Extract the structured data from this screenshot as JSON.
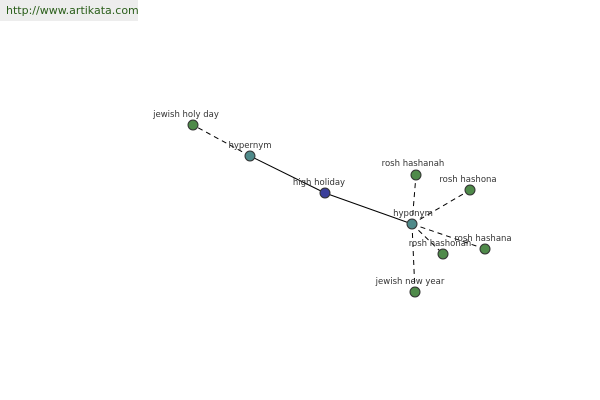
{
  "header": {
    "url": "http://www.artikata.com"
  },
  "graph": {
    "colors": {
      "center": "#3b3f9a",
      "relation": "#4f8a8a",
      "term": "#4f8a4a"
    },
    "nodes": [
      {
        "id": "center",
        "label": "high holiday",
        "kind": "center"
      },
      {
        "id": "hypernym",
        "label": "hypernym",
        "kind": "relation"
      },
      {
        "id": "hyponym",
        "label": "hyponym",
        "kind": "relation"
      },
      {
        "id": "jewish-holy-day",
        "label": "jewish holy day",
        "kind": "term"
      },
      {
        "id": "rosh-hashanah",
        "label": "rosh hashanah",
        "kind": "term"
      },
      {
        "id": "rosh-hashona",
        "label": "rosh hashona",
        "kind": "term"
      },
      {
        "id": "rosh-hashana",
        "label": "rosh hashana",
        "kind": "term"
      },
      {
        "id": "rosh-hashonah",
        "label": "rosh hashonah",
        "kind": "term"
      },
      {
        "id": "jewish-new-year",
        "label": "jewish new year",
        "kind": "term"
      }
    ],
    "edges": [
      {
        "from": "center",
        "to": "hypernym",
        "style": "solid"
      },
      {
        "from": "center",
        "to": "hyponym",
        "style": "solid"
      },
      {
        "from": "hypernym",
        "to": "jewish-holy-day",
        "style": "dashed"
      },
      {
        "from": "hyponym",
        "to": "rosh-hashanah",
        "style": "dashed"
      },
      {
        "from": "hyponym",
        "to": "rosh-hashona",
        "style": "dashed"
      },
      {
        "from": "hyponym",
        "to": "rosh-hashana",
        "style": "dashed"
      },
      {
        "from": "hyponym",
        "to": "rosh-hashonah",
        "style": "dashed"
      },
      {
        "from": "hyponym",
        "to": "jewish-new-year",
        "style": "dashed"
      }
    ]
  }
}
